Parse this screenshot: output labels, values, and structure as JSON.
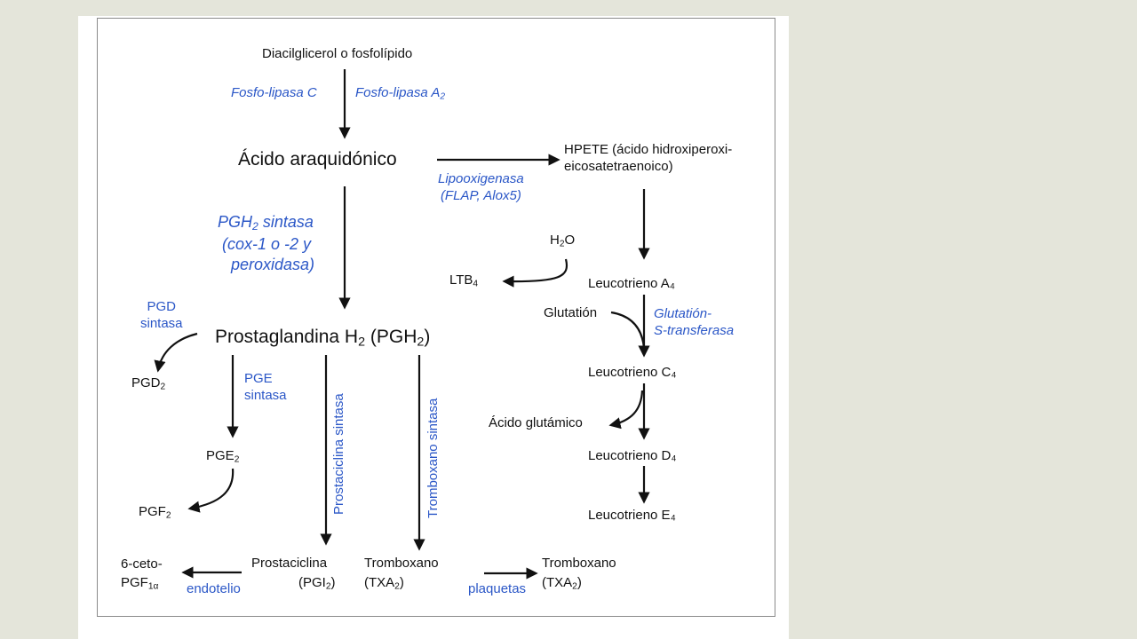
{
  "colors": {
    "background": "#e4e5da",
    "enzyme_text": "#2b57c7",
    "node_text": "#111111",
    "arrow": "#111111"
  },
  "nodes": {
    "diacilglicerol": "Diacilglicerol o fosfolípido",
    "acido_araquidonico": "Ácido araquidónico",
    "hpete": "HPETE (ácido hidroxiperoxi-\neicosatetraenoico)",
    "h2o_main": "H",
    "h2o_sub": "2",
    "h2o_tail": "O",
    "ltb_main": "LTB",
    "ltb_sub": "4",
    "lta": "Leucotrieno A₄",
    "glutation": "Glutatión",
    "ltc": "Leucotrieno C₄",
    "acido_glutamico": "Ácido glutámico",
    "ltd": "Leucotrieno D₄",
    "lte": "Leucotrieno E₄",
    "pgh2_a": "Prostaglandina H",
    "pgh2_sub1": "2",
    "pgh2_b": " (PGH",
    "pgh2_sub2": "2",
    "pgh2_c": ")",
    "pgd2_main": "PGD",
    "pgd2_sub": "2",
    "pge2_main": "PGE",
    "pge2_sub": "2",
    "pgf2_main": "PGF",
    "pgf2_sub": "2",
    "ceto_line1": "6-ceto-",
    "ceto_main": "PGF",
    "ceto_sub": "1α",
    "prostaciclina": "Prostaciclina",
    "pgi2_main": "(PGI",
    "pgi2_sub": "2",
    "pgi2_tail": ")",
    "tromboxano_1": "Tromboxano",
    "txa2_1_main": "(TXA",
    "txa2_1_sub": "2",
    "txa2_1_tail": ")",
    "tromboxano_2": "Tromboxano",
    "txa2_2_main": "(TXA",
    "txa2_2_sub": "2",
    "txa2_2_tail": ")"
  },
  "enzymes": {
    "fosfolipasa_c": "Fosfo-lipasa C",
    "fosfolipasa_a2_main": "Fosfo-lipasa A",
    "fosfolipasa_a2_sub": "2",
    "lipooxigenasa": "Lipooxigenasa\n(FLAP, Alox5)",
    "pgh2_sintasa_l1_main": "PGH",
    "pgh2_sintasa_l1_sub": "2",
    "pgh2_sintasa_l1_tail": " sintasa",
    "pgh2_sintasa_l23": "(cox-1 o -2 y\n  peroxidasa)",
    "glutation_transferasa": "Glutatión-\nS-transferasa",
    "pgd_sintasa": "PGD\nsintasa",
    "pge_sintasa": "PGE\nsintasa",
    "prostaciclina_sintasa": "Prostaciclina sintasa",
    "tromboxano_sintasa": "Tromboxano sintasa",
    "endotelio": "endotelio",
    "plaquetas": "plaquetas"
  }
}
